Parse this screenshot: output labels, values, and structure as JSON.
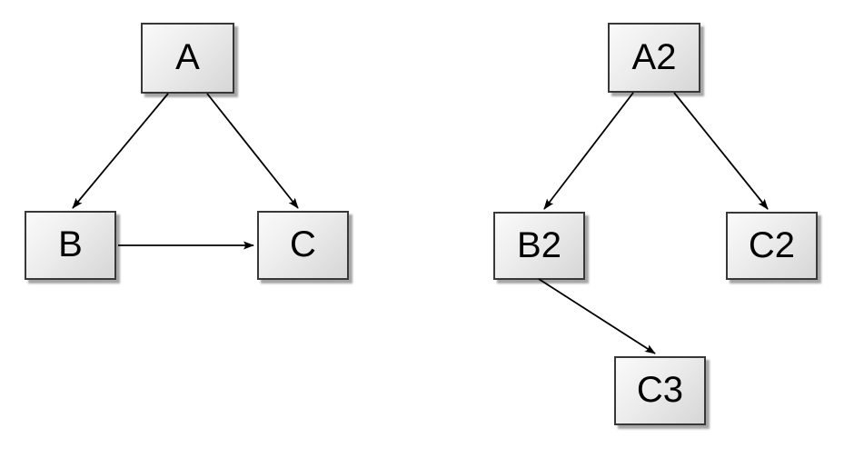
{
  "diagram": {
    "background_color": "#ffffff",
    "node_style": {
      "fill_light": "#fafafa",
      "fill_dark": "#d6d6d6",
      "border_color": "#383838",
      "shadow_color": "#a6a6a6",
      "text_color": "#000000"
    },
    "arrow_color": "#000000",
    "graphs": [
      {
        "id": "left-graph",
        "nodes": [
          {
            "id": "A",
            "label": "A"
          },
          {
            "id": "B",
            "label": "B"
          },
          {
            "id": "C",
            "label": "C"
          }
        ],
        "edges": [
          {
            "from": "A",
            "to": "B"
          },
          {
            "from": "A",
            "to": "C"
          },
          {
            "from": "B",
            "to": "C"
          }
        ]
      },
      {
        "id": "right-graph",
        "nodes": [
          {
            "id": "A2",
            "label": "A2"
          },
          {
            "id": "B2",
            "label": "B2"
          },
          {
            "id": "C2",
            "label": "C2"
          },
          {
            "id": "C3",
            "label": "C3"
          }
        ],
        "edges": [
          {
            "from": "A2",
            "to": "B2"
          },
          {
            "from": "A2",
            "to": "C2"
          },
          {
            "from": "B2",
            "to": "C3"
          }
        ]
      }
    ]
  }
}
